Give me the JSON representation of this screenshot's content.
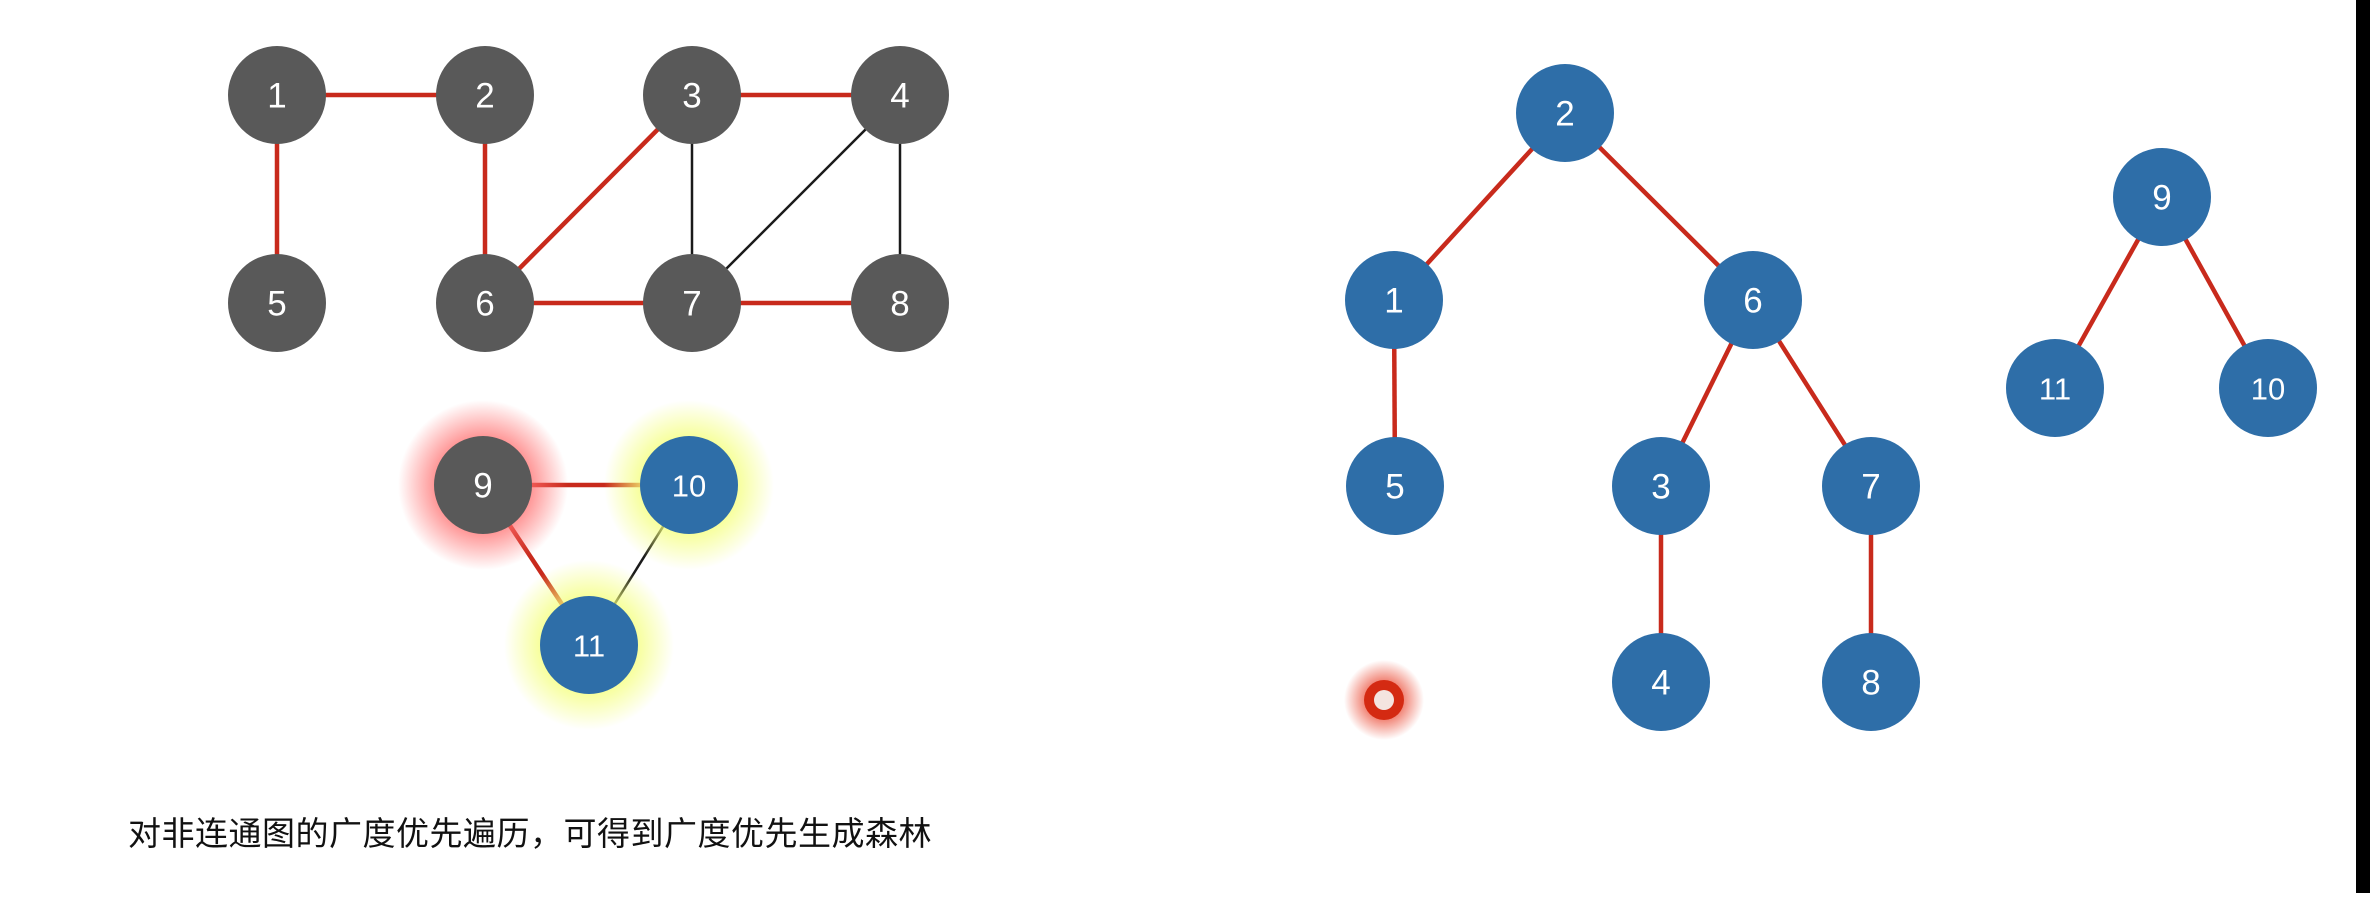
{
  "colors": {
    "gray_node": "#595959",
    "blue_node": "#2e6ea8",
    "tree_edge": "#c82a1c",
    "plain_edge": "#1a1a1a",
    "glow_red": "#ff6b6b",
    "glow_yellow": "#f4ff7a",
    "cursor": "#d42a12"
  },
  "graph": {
    "nodes": [
      {
        "id": "1",
        "label": "1",
        "color": "gray"
      },
      {
        "id": "2",
        "label": "2",
        "color": "gray"
      },
      {
        "id": "3",
        "label": "3",
        "color": "gray"
      },
      {
        "id": "4",
        "label": "4",
        "color": "gray"
      },
      {
        "id": "5",
        "label": "5",
        "color": "gray"
      },
      {
        "id": "6",
        "label": "6",
        "color": "gray"
      },
      {
        "id": "7",
        "label": "7",
        "color": "gray"
      },
      {
        "id": "8",
        "label": "8",
        "color": "gray"
      },
      {
        "id": "9",
        "label": "9",
        "color": "gray",
        "glow": "red"
      },
      {
        "id": "10",
        "label": "10",
        "color": "blue",
        "glow": "yellow"
      },
      {
        "id": "11",
        "label": "11",
        "color": "blue",
        "glow": "yellow"
      }
    ],
    "edges": [
      {
        "from": "1",
        "to": "2",
        "tree": true
      },
      {
        "from": "1",
        "to": "5",
        "tree": true
      },
      {
        "from": "2",
        "to": "6",
        "tree": true
      },
      {
        "from": "3",
        "to": "4",
        "tree": true
      },
      {
        "from": "3",
        "to": "6",
        "tree": true
      },
      {
        "from": "3",
        "to": "7",
        "tree": false
      },
      {
        "from": "4",
        "to": "7",
        "tree": false
      },
      {
        "from": "4",
        "to": "8",
        "tree": false
      },
      {
        "from": "6",
        "to": "7",
        "tree": true
      },
      {
        "from": "7",
        "to": "8",
        "tree": true
      },
      {
        "from": "9",
        "to": "10",
        "tree": true
      },
      {
        "from": "9",
        "to": "11",
        "tree": true
      },
      {
        "from": "10",
        "to": "11",
        "tree": false
      }
    ]
  },
  "forest": {
    "nodes": [
      {
        "id": "2",
        "label": "2"
      },
      {
        "id": "1",
        "label": "1"
      },
      {
        "id": "6",
        "label": "6"
      },
      {
        "id": "5",
        "label": "5"
      },
      {
        "id": "3",
        "label": "3"
      },
      {
        "id": "7",
        "label": "7"
      },
      {
        "id": "4",
        "label": "4"
      },
      {
        "id": "8",
        "label": "8"
      },
      {
        "id": "9",
        "label": "9"
      },
      {
        "id": "11",
        "label": "11"
      },
      {
        "id": "10",
        "label": "10"
      }
    ],
    "edges": [
      {
        "from": "2",
        "to": "1"
      },
      {
        "from": "2",
        "to": "6"
      },
      {
        "from": "1",
        "to": "5"
      },
      {
        "from": "6",
        "to": "3"
      },
      {
        "from": "6",
        "to": "7"
      },
      {
        "from": "3",
        "to": "4"
      },
      {
        "from": "7",
        "to": "8"
      },
      {
        "from": "9",
        "to": "11"
      },
      {
        "from": "9",
        "to": "10"
      }
    ]
  },
  "caption": "对非连通图的广度优先遍历，可得到广度优先生成森林"
}
